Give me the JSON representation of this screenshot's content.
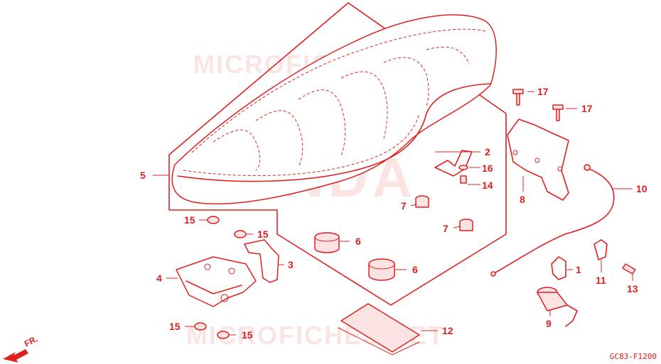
{
  "watermarks": {
    "top": "MICROFICHES.NET",
    "center": "HONDA",
    "bottom": "MICROFICHES.NET"
  },
  "direction_label": "FR.",
  "diagram_code": "GC83-F1200",
  "callouts": {
    "c1": "1",
    "c2": "2",
    "c3": "3",
    "c4": "4",
    "c5": "5",
    "c6a": "6",
    "c6b": "6",
    "c7a": "7",
    "c7b": "7",
    "c8": "8",
    "c9": "9",
    "c10": "10",
    "c11": "11",
    "c12": "12",
    "c13": "13",
    "c14": "14",
    "c15a": "15",
    "c15b": "15",
    "c15c": "15",
    "c15d": "15",
    "c16": "16",
    "c17a": "17",
    "c17b": "17"
  },
  "colors": {
    "line": "#e0201f",
    "watermark": "#e0201f",
    "background": "#ffffff"
  }
}
